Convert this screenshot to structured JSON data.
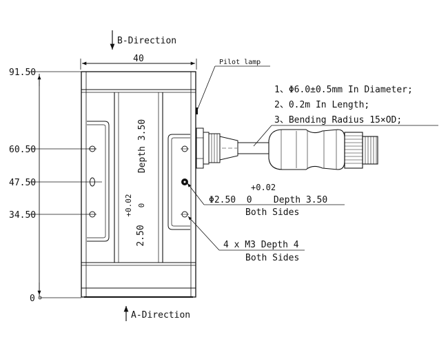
{
  "labels": {
    "b_direction": "B-Direction",
    "a_direction": "A-Direction",
    "width": "40",
    "pilot_lamp": "Pilot lamp",
    "y_9150": "91.50",
    "y_6050": "60.50",
    "y_4750": "47.50",
    "y_3450": "34.50",
    "y_0": "0",
    "depth_vertical": "Depth 3.50",
    "tol_vertical": "+0.02",
    "tol_zero_vertical": "0",
    "dia_vertical": "2.50",
    "tol_upper": "+0.02",
    "hole_spec": "Φ2.50  0    Depth 3.50",
    "hole_both": "Both Sides",
    "thread_spec": "4 x M3 Depth 4",
    "thread_both": "Both Sides"
  },
  "notes": [
    "1、Φ6.0±0.5mm In Diameter;",
    "2、0.2m In Length;",
    "3、Bending Radius 15×OD;"
  ]
}
